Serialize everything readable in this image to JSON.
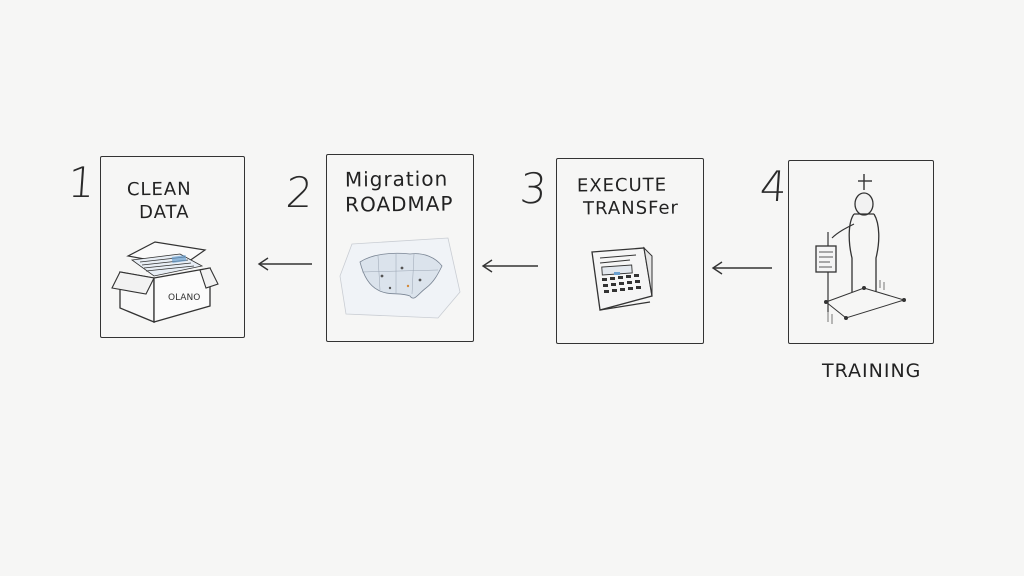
{
  "steps": [
    {
      "number": "1",
      "title_lines": [
        "CLEAN",
        "DATA"
      ],
      "icon": "open-box-of-papers-icon"
    },
    {
      "number": "2",
      "title_lines": [
        "Migration",
        "ROADMAP"
      ],
      "icon": "map-icon"
    },
    {
      "number": "3",
      "title_lines": [
        "EXECUTE",
        "TRANSFer"
      ],
      "icon": "calculator-document-icon"
    },
    {
      "number": "4",
      "title_lines": [
        "TRAINING"
      ],
      "icon": "person-with-sign-icon"
    }
  ],
  "box_label": "OLANO",
  "arrow_direction": "right-to-left",
  "colors": {
    "ink": "#222222",
    "background": "#f6f6f5",
    "map_tint": "#c9d6e6",
    "paper_accent": "#6aa0d0"
  }
}
